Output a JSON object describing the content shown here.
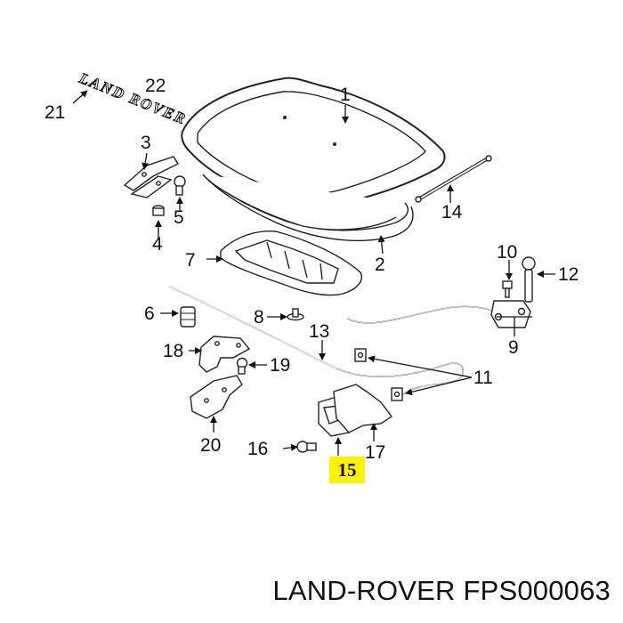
{
  "callouts": {
    "c1": "1",
    "c2": "2",
    "c3": "3",
    "c4": "4",
    "c5": "5",
    "c6": "6",
    "c7": "7",
    "c8": "8",
    "c9": "9",
    "c10": "10",
    "c11": "11",
    "c12": "12",
    "c13": "13",
    "c14": "14",
    "c15": "15",
    "c16": "16",
    "c17": "17",
    "c18": "18",
    "c19": "19",
    "c20": "20",
    "c21": "21",
    "c22": "22"
  },
  "badge_text": "LAND ROVER",
  "caption": "LAND-ROVER FPS000063",
  "highlight_color": "#fff200"
}
